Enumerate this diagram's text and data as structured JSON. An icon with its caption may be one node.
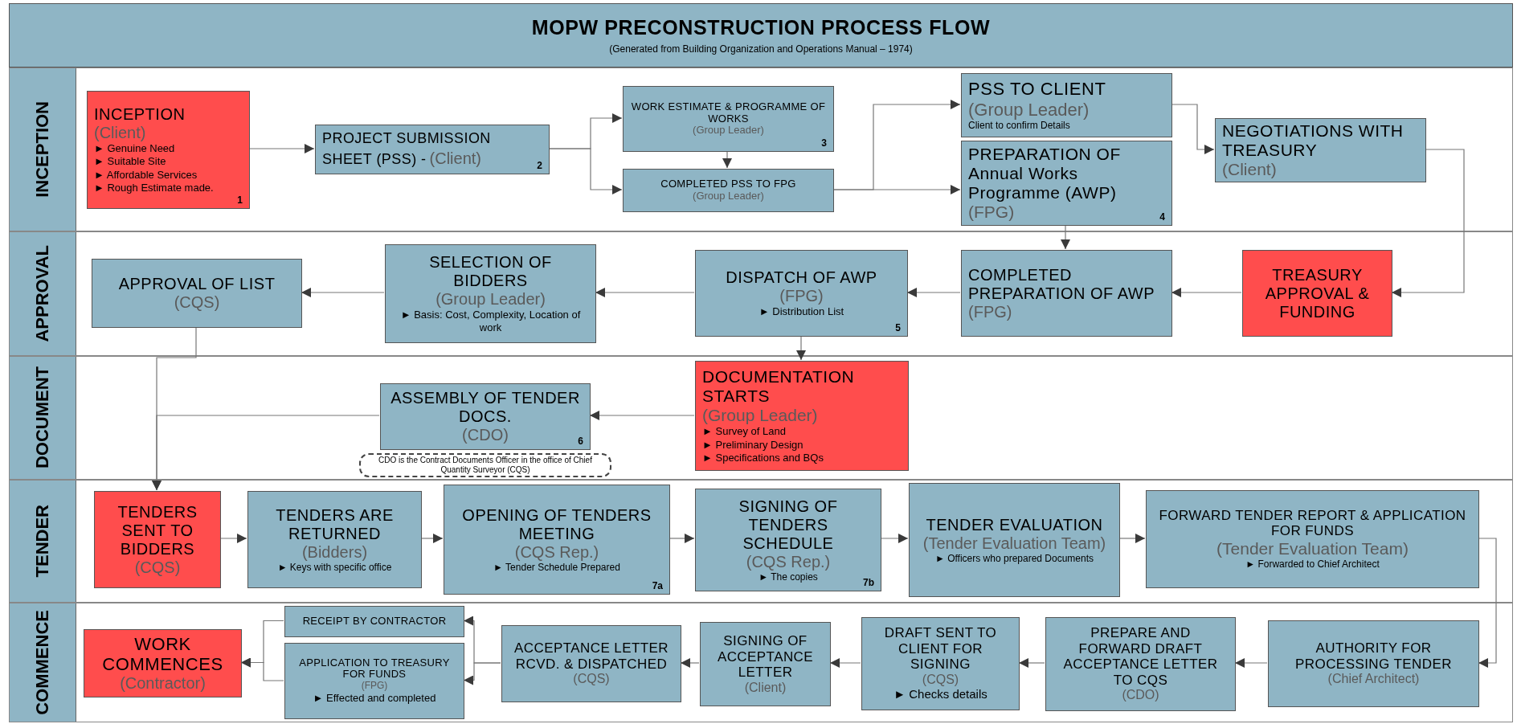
{
  "diagram": {
    "title": "MOPW PRECONSTRUCTION PROCESS FLOW",
    "nodes": [
      {
        "text": [
          "INCEPTION"
        ]
      },
      {
        "text": [
          "APPROVAL"
        ]
      },
      {
        "text": [
          "DOCUMENT"
        ]
      },
      {
        "text": [
          "TENDER"
        ]
      },
      {
        "text": [
          "COMMENCE"
        ]
      },
      {
        "text": [
          "INCEPTION",
          "(Client)",
          "► Genuine Need",
          "► Suitable Site",
          "► Affordable Services",
          "► Rough Estimate made.",
          "1"
        ],
        "in": 0
      },
      {
        "text": [
          "PROJECT SUBMISSION SHEET (PSS) -",
          "(Client)",
          "2"
        ],
        "in": 0
      },
      {
        "text": [
          "WORK ESTIMATE & PROGRAMME OF WORKS",
          "(Group Leader)",
          "3"
        ],
        "in": 0
      },
      {
        "text": [
          "COMPLETED PSS TO FPG",
          "(Group Leader)"
        ],
        "in": 0
      },
      {
        "text": [
          "PSS TO CLIENT",
          "(Group Leader)",
          "Client to confirm Details"
        ],
        "in": 0
      },
      {
        "text": [
          "PREPARATION OF Annual Works Programme (AWP)",
          "(FPG)",
          "4"
        ],
        "in": 0
      },
      {
        "text": [
          "NEGOTIATIONS WITH TREASURY",
          "(Client)"
        ],
        "in": 0
      },
      {
        "text": [
          "TREASURY APPROVAL & FUNDING"
        ],
        "in": 1
      },
      {
        "text": [
          "COMPLETED PREPARATION OF AWP",
          "(FPG)"
        ],
        "in": 1
      },
      {
        "text": [
          "DISPATCH OF AWP",
          "(FPG)",
          "► Distribution List",
          "5"
        ],
        "in": 1
      },
      {
        "text": [
          "SELECTION OF BIDDERS",
          "(Group Leader)",
          "► Basis: Cost, Complexity, Location of work"
        ],
        "in": 1
      },
      {
        "text": [
          "APPROVAL OF LIST",
          "(CQS)"
        ],
        "in": 1
      },
      {
        "text": [
          "DOCUMENTATION STARTS",
          "(Group Leader)",
          "► Survey of Land",
          "► Preliminary Design",
          "► Specifications and BQs"
        ],
        "in": 2
      },
      {
        "text": [
          "ASSEMBLY OF TENDER DOCS.",
          "(CDO)",
          "6"
        ],
        "in": 2
      },
      {
        "text": [
          "CDO is the Contract Documents Officer in the office of Chief Quantity Surveyor (CQS)"
        ],
        "in": 2
      },
      {
        "text": [
          "TENDERS SENT TO BIDDERS",
          "(CQS)"
        ],
        "in": 3
      },
      {
        "text": [
          "TENDERS ARE RETURNED",
          "(Bidders)",
          "► Keys with specific office"
        ],
        "in": 3
      },
      {
        "text": [
          "OPENING OF TENDERS MEETING",
          "(CQS Rep.)",
          "► Tender Schedule Prepared",
          "7a"
        ],
        "in": 3
      },
      {
        "text": [
          "SIGNING OF TENDERS SCHEDULE",
          "(CQS Rep.)",
          "► The copies",
          "7b"
        ],
        "in": 3
      },
      {
        "text": [
          "TENDER EVALUATION",
          "(Tender Evaluation Team)",
          "► Officers who prepared Documents"
        ],
        "in": 3
      },
      {
        "text": [
          "FORWARD TENDER REPORT & APPLICATION FOR FUNDS",
          "(Tender Evaluation Team)",
          "► Forwarded to Chief Architect"
        ],
        "in": 3
      },
      {
        "text": [
          "AUTHORITY FOR PROCESSING TENDER",
          "(Chief Architect)"
        ],
        "in": 4
      },
      {
        "text": [
          "PREPARE AND FORWARD DRAFT ACCEPTANCE LETTER TO CQS",
          "(CDO)"
        ],
        "in": 4
      },
      {
        "text": [
          "DRAFT SENT TO CLIENT FOR SIGNING",
          "(CQS)",
          "► Checks details"
        ],
        "in": 4
      },
      {
        "text": [
          "SIGNING OF ACCEPTANCE LETTER",
          "(Client)"
        ],
        "in": 4
      },
      {
        "text": [
          "ACCEPTANCE LETTER RCVD. & DISPATCHED",
          "(CQS)"
        ],
        "in": 4
      },
      {
        "text": [
          "RECEIPT BY CONTRACTOR"
        ],
        "in": 4
      },
      {
        "text": [
          "APPLICATION TO TREASURY FOR FUNDS",
          "(FPG)",
          "► Effected and completed"
        ],
        "in": 4
      },
      {
        "text": [
          "WORK COMMENCES",
          "(Contractor)"
        ],
        "in": 4
      }
    ],
    "edges": [
      {
        "from": 5,
        "to": 6,
        "arrow": "to"
      },
      {
        "from": 6,
        "to": 7,
        "arrow": "to"
      },
      {
        "from": 6,
        "to": 8,
        "arrow": "to"
      },
      {
        "from": 7,
        "to": 8,
        "arrow": "to"
      },
      {
        "from": 8,
        "to": 9,
        "arrow": "to"
      },
      {
        "from": 8,
        "to": 10,
        "arrow": "to"
      },
      {
        "from": 9,
        "to": 11,
        "arrow": "to"
      },
      {
        "from": 11,
        "to": 12,
        "arrow": "to"
      },
      {
        "from": 10,
        "to": 13,
        "arrow": "to"
      },
      {
        "from": 12,
        "to": 13,
        "arrow": "to"
      },
      {
        "from": 13,
        "to": 14,
        "arrow": "to"
      },
      {
        "from": 14,
        "to": 15,
        "arrow": "to"
      },
      {
        "from": 15,
        "to": 16,
        "arrow": "to"
      },
      {
        "from": 14,
        "to": 17,
        "arrow": "to"
      },
      {
        "from": 17,
        "to": 18,
        "arrow": "to"
      },
      {
        "from": 18,
        "to": 20,
        "arrow": "to"
      },
      {
        "from": 16,
        "to": 20,
        "arrow": "to"
      },
      {
        "from": 20,
        "to": 21,
        "arrow": "to"
      },
      {
        "from": 21,
        "to": 22,
        "arrow": "to"
      },
      {
        "from": 22,
        "to": 23,
        "arrow": "to"
      },
      {
        "from": 23,
        "to": 24,
        "arrow": "to"
      },
      {
        "from": 24,
        "to": 25,
        "arrow": "to"
      },
      {
        "from": 25,
        "to": 26,
        "arrow": "to"
      },
      {
        "from": 26,
        "to": 27,
        "arrow": "to"
      },
      {
        "from": 27,
        "to": 28,
        "arrow": "to"
      },
      {
        "from": 28,
        "to": 29,
        "arrow": "to"
      },
      {
        "from": 29,
        "to": 30,
        "arrow": "to"
      },
      {
        "from": 30,
        "to": 31,
        "arrow": "to"
      },
      {
        "from": 30,
        "to": 32,
        "arrow": "to"
      },
      {
        "from": 31,
        "to": 33,
        "arrow": "to"
      },
      {
        "from": 32,
        "to": 33,
        "arrow": "to"
      }
    ],
    "labels": [
      "(Generated from Building Organization and Operations Manual – 1974)"
    ]
  }
}
